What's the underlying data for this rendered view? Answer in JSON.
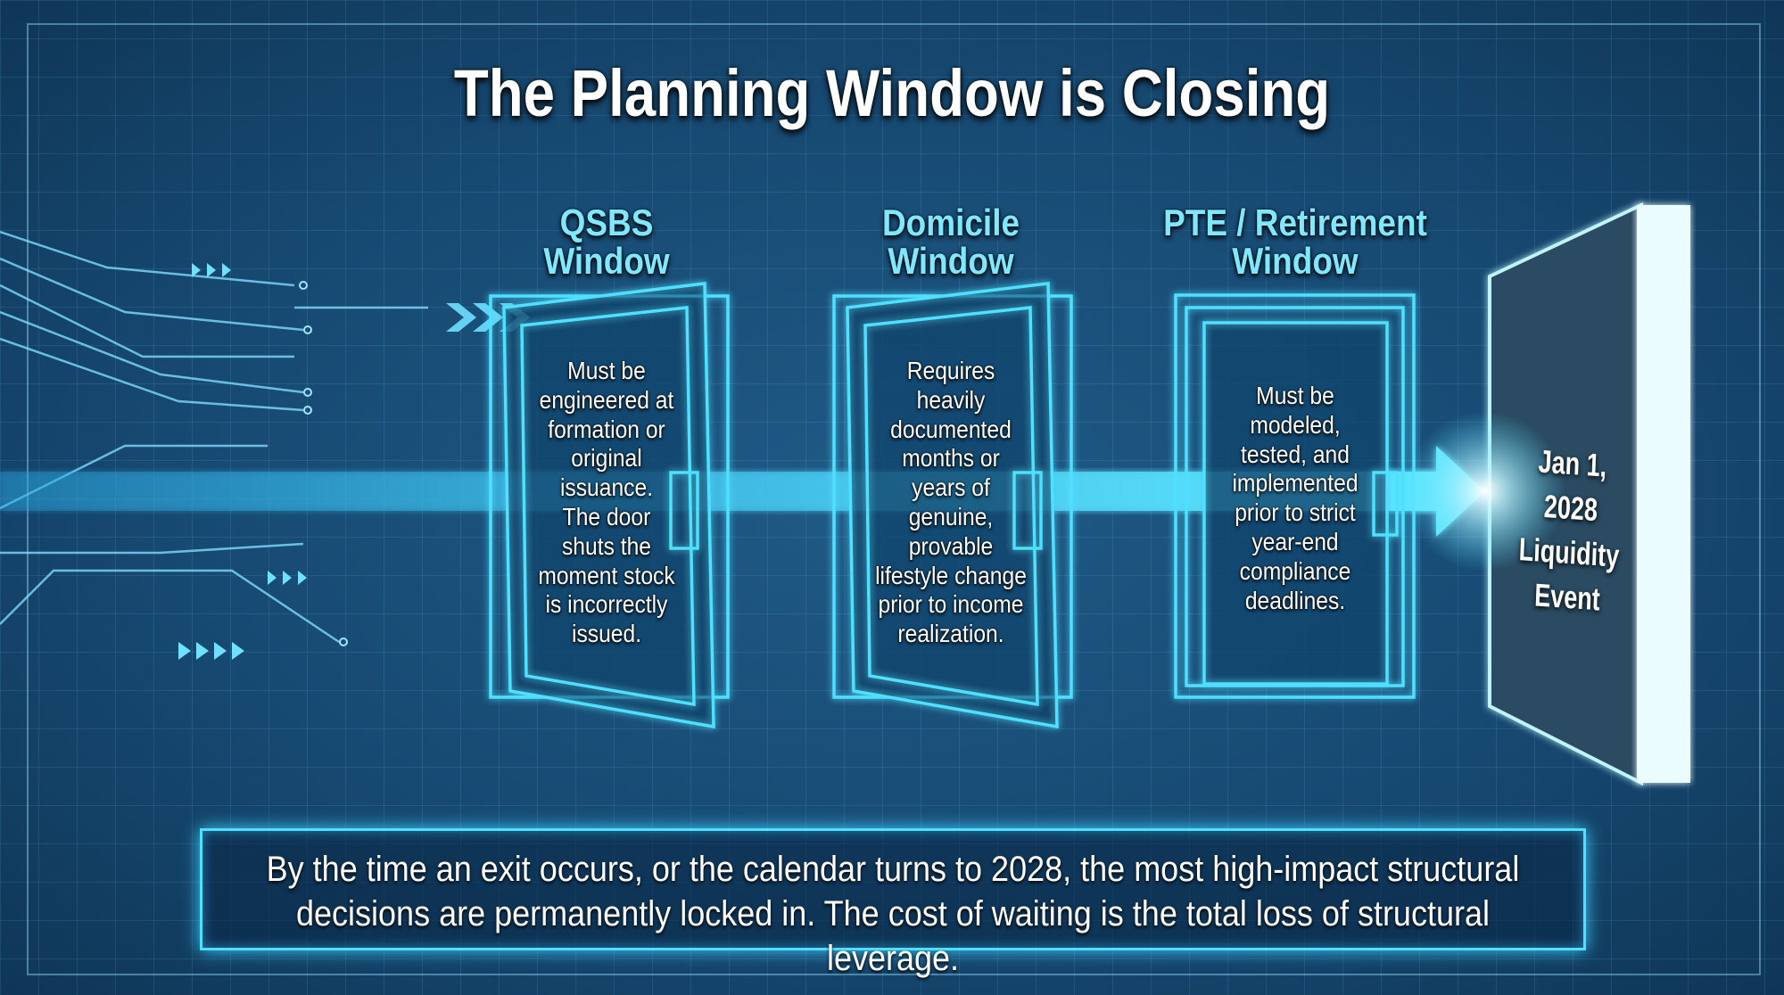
{
  "title": "The Planning Window is Closing",
  "windows": [
    {
      "heading_line1": "QSBS",
      "heading_line2": "Window",
      "body": [
        "Must be",
        "engineered at",
        "formation or",
        "original",
        "issuance.",
        "The door",
        "shuts the",
        "moment stock",
        "is incorrectly",
        "issued."
      ]
    },
    {
      "heading_line1": "Domicile",
      "heading_line2": "Window",
      "body": [
        "Requires",
        "heavily",
        "documented",
        "months or",
        "years of",
        "genuine,",
        "provable",
        "lifestyle change",
        "prior to income",
        "realization."
      ]
    },
    {
      "heading_line1": "PTE / Retirement",
      "heading_line2": "Window",
      "body": [
        "Must be",
        "modeled,",
        "tested, and",
        "implemented",
        "prior to strict",
        "year-end",
        "compliance",
        "deadlines."
      ]
    }
  ],
  "event": {
    "line1": "Jan 1, 2028",
    "line2": "Liquidity Event"
  },
  "footer": {
    "line1": "By the time an exit occurs, or the calendar turns to 2028, the most high-impact structural",
    "line2": "decisions are permanently locked in. The cost of waiting is the total loss of structural leverage."
  },
  "colors": {
    "accent": "#4fe0ff",
    "heading": "#7fe8ff",
    "background": "#174a73"
  }
}
